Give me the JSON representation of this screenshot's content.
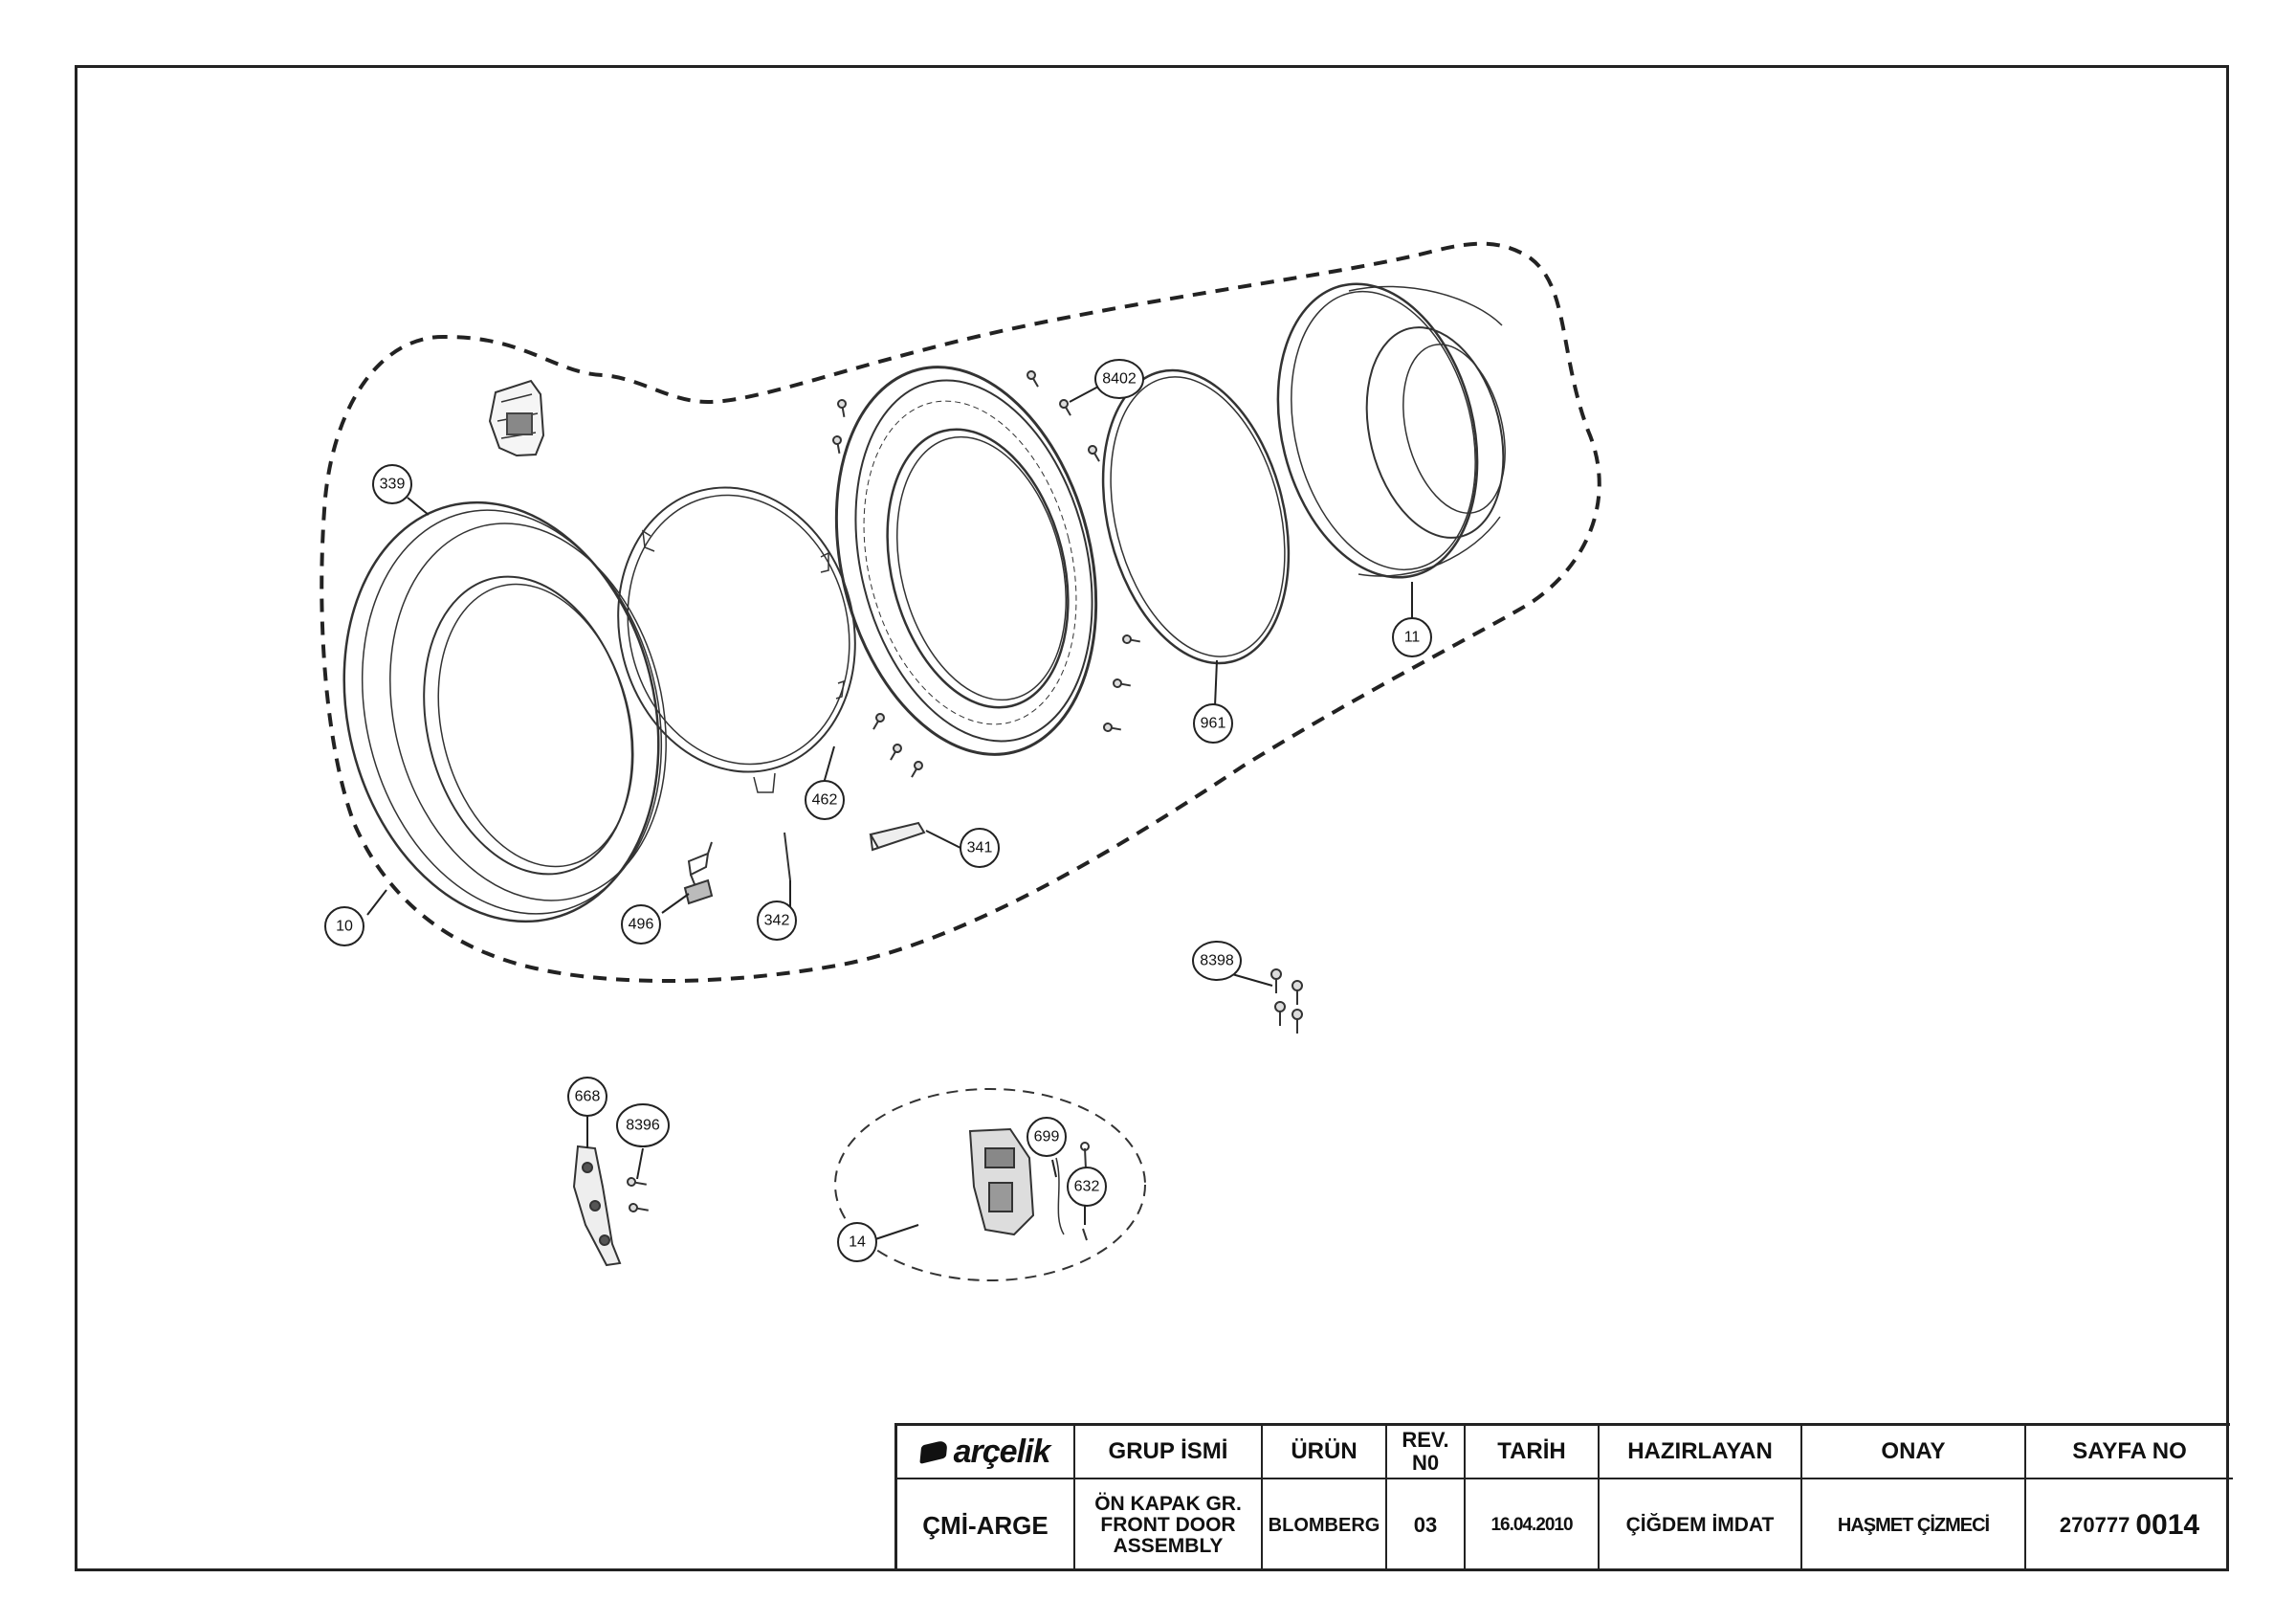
{
  "callouts": {
    "c339": "339",
    "c10": "10",
    "c462": "462",
    "c496": "496",
    "c342": "342",
    "c341": "341",
    "c8402": "8402",
    "c961": "961",
    "c11": "11",
    "c8398": "8398",
    "c668": "668",
    "c8396": "8396",
    "c699": "699",
    "c632": "632",
    "c14": "14"
  },
  "title_block": {
    "brand": "arçelik",
    "headers": {
      "group_name": "GRUP İSMİ",
      "product": "ÜRÜN",
      "rev_line1": "REV.",
      "rev_line2": "N0",
      "date": "TARİH",
      "prepared_by": "HAZIRLAYAN",
      "approval": "ONAY",
      "page_no": "SAYFA NO"
    },
    "values": {
      "department": "ÇMİ-ARGE",
      "group_line1": "ÖN KAPAK GR.",
      "group_line2": "FRONT DOOR",
      "group_line3": "ASSEMBLY",
      "product": "BLOMBERG",
      "rev": "03",
      "date": "16.04.2010",
      "prepared_by": "ÇİĞDEM İMDAT",
      "approval": "HAŞMET ÇİZMECİ",
      "page_prefix": "270777",
      "page_suffix": "0014"
    }
  }
}
